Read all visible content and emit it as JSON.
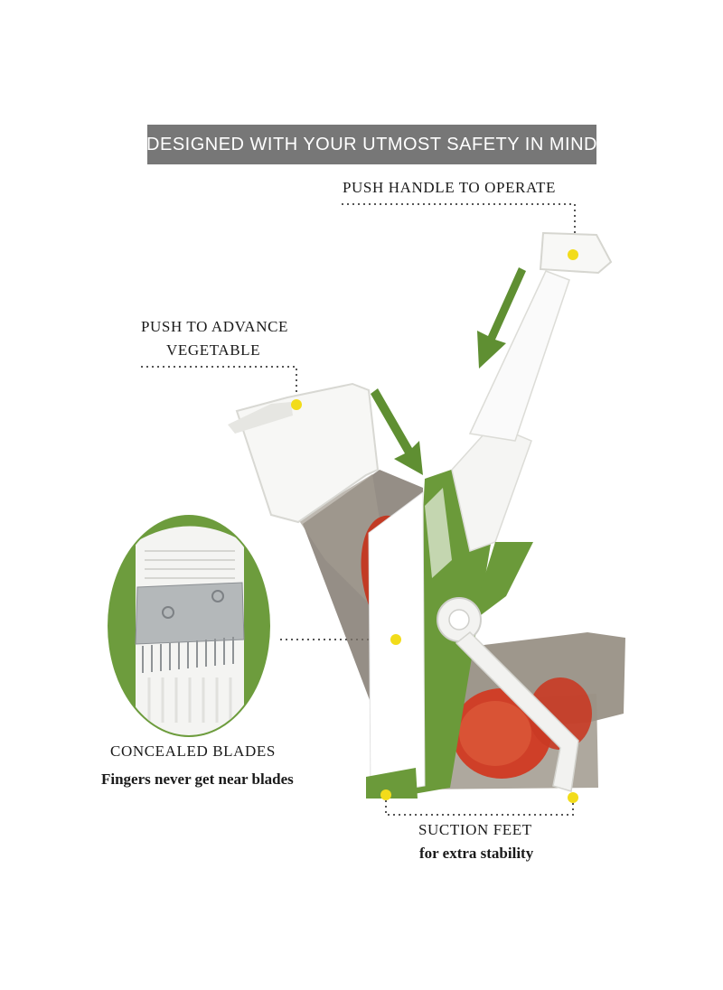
{
  "banner": {
    "text": "DESIGNED WITH YOUR UTMOST SAFETY IN MIND"
  },
  "callouts": {
    "handle": "PUSH HANDLE TO OPERATE",
    "advance_line1": "PUSH TO ADVANCE",
    "advance_line2": "VEGETABLE",
    "blades": "CONCEALED BLADES",
    "blades_sub": "Fingers never get near blades",
    "suction": "SUCTION FEET",
    "suction_sub": "for extra stability"
  },
  "colors": {
    "banner_bg": "#777777",
    "accent_green": "#6b9a3a",
    "callout_dot": "#f2dc1a",
    "tomato": "#d9442b"
  },
  "icons": [
    "arrow-down-left-icon",
    "callout-dot-icon"
  ]
}
